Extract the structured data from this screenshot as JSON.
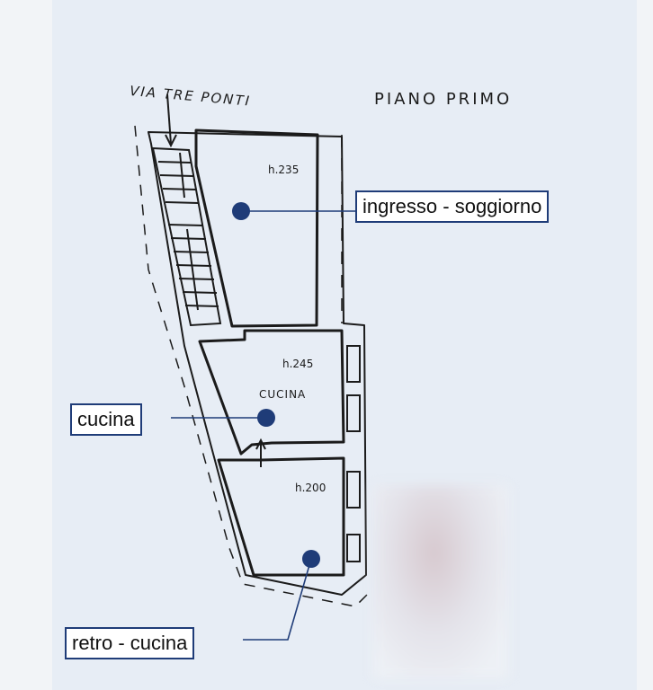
{
  "street_label": "VIA TRE PONTI",
  "floor_label": "PIANO PRIMO",
  "heights": {
    "ingresso": "h.235",
    "cucina": "h.245",
    "retro": "h.200"
  },
  "room_label_cucina": "CUCINA",
  "tags": {
    "ingresso_soggiorno": "ingresso - soggiorno",
    "cucina": "cucina",
    "retro_cucina": "retro - cucina"
  },
  "colors": {
    "marker": "#1f3c78",
    "walls": "#1b1b1b",
    "background": "#e7edf5"
  }
}
